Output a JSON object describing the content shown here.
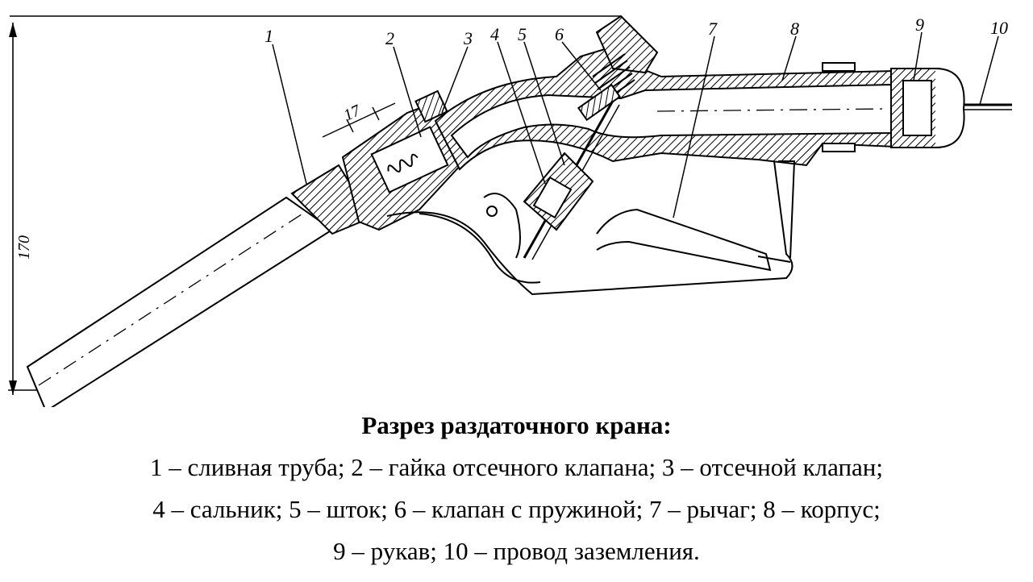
{
  "figure": {
    "dimension_label": "170",
    "dimension_label_2": "17",
    "callouts": [
      "1",
      "2",
      "3",
      "4",
      "5",
      "6",
      "7",
      "8",
      "9",
      "10"
    ]
  },
  "caption": {
    "title": "Разрез раздаточного крана:",
    "line1": "1 – сливная труба; 2 – гайка отсечного клапана; 3 – отсечной клапан;",
    "line2": "4 – сальник; 5 – шток; 6 – клапан с пружиной; 7 – рычаг; 8 – корпус;",
    "line3": "9 – рукав; 10 – провод заземления."
  }
}
